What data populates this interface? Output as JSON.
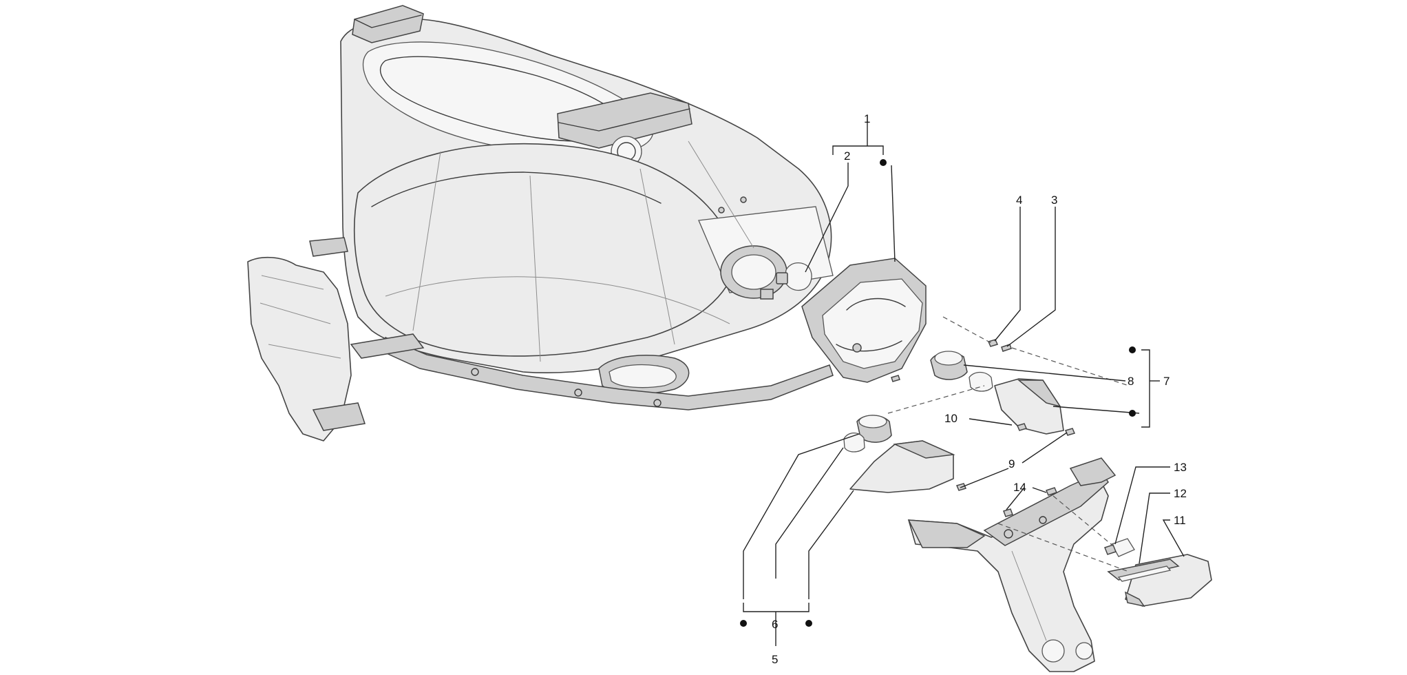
{
  "callouts": {
    "c1": "1",
    "c2": "2",
    "c3": "3",
    "c4": "4",
    "c5": "5",
    "c6": "6",
    "c7": "7",
    "c8": "8",
    "c9": "9",
    "c10": "10",
    "c11": "11",
    "c12": "12",
    "c13": "13",
    "c14": "14"
  },
  "colors": {
    "line": "#3a3a3a",
    "fill": "#ececec",
    "background": "#ffffff"
  }
}
